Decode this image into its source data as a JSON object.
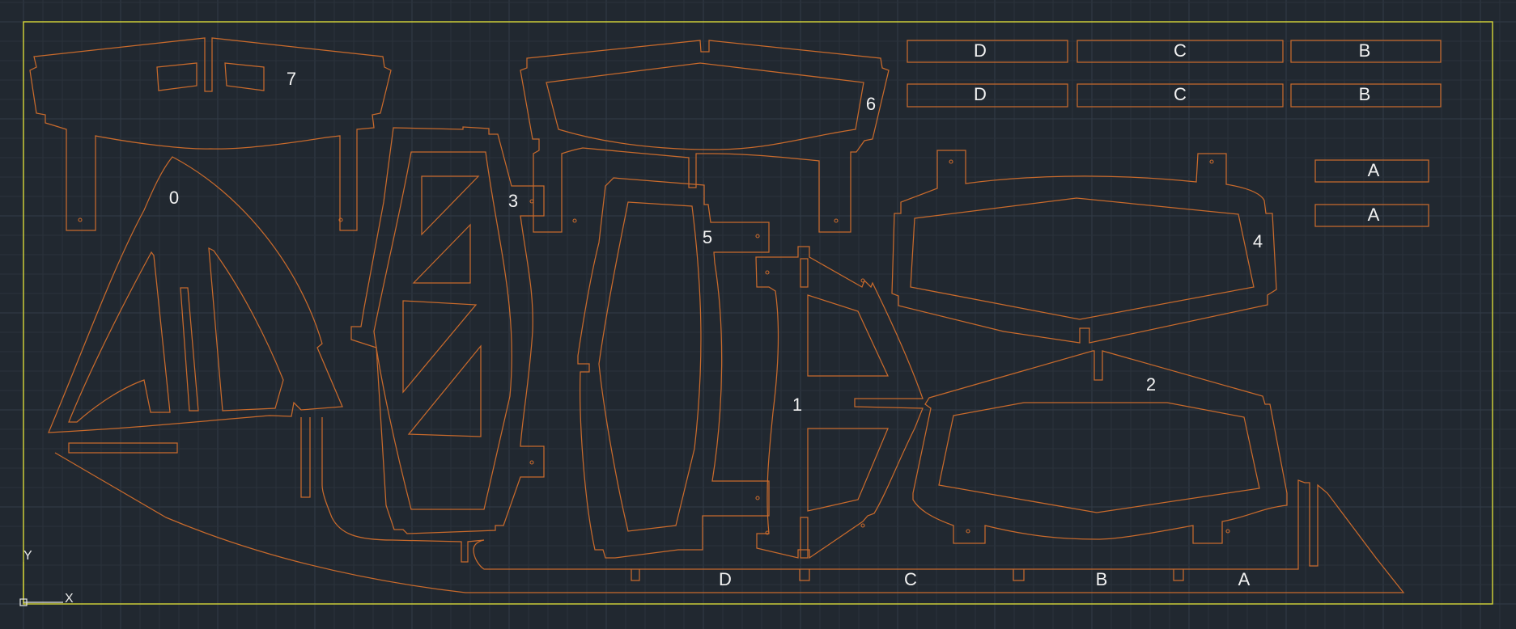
{
  "app": {
    "view": "CAD model space – laser cut layout"
  },
  "colors": {
    "background": "#212830",
    "cut_lines": "#c86a2c",
    "sheet_border": "#d8d83a",
    "labels": "#f2f2f2"
  },
  "part_labels": {
    "p0": "0",
    "p1": "1",
    "p2": "2",
    "p3": "3",
    "p4": "4",
    "p5": "5",
    "p6": "6",
    "p7": "7"
  },
  "strips": {
    "d1": "D",
    "c1": "C",
    "b1": "B",
    "d2": "D",
    "c2": "C",
    "b2": "B",
    "a1": "A",
    "a2": "A"
  },
  "bottom_rail": {
    "d": "D",
    "c": "C",
    "b": "B",
    "a": "A"
  },
  "ucs": {
    "x_axis": "X",
    "y_axis": "Y"
  }
}
